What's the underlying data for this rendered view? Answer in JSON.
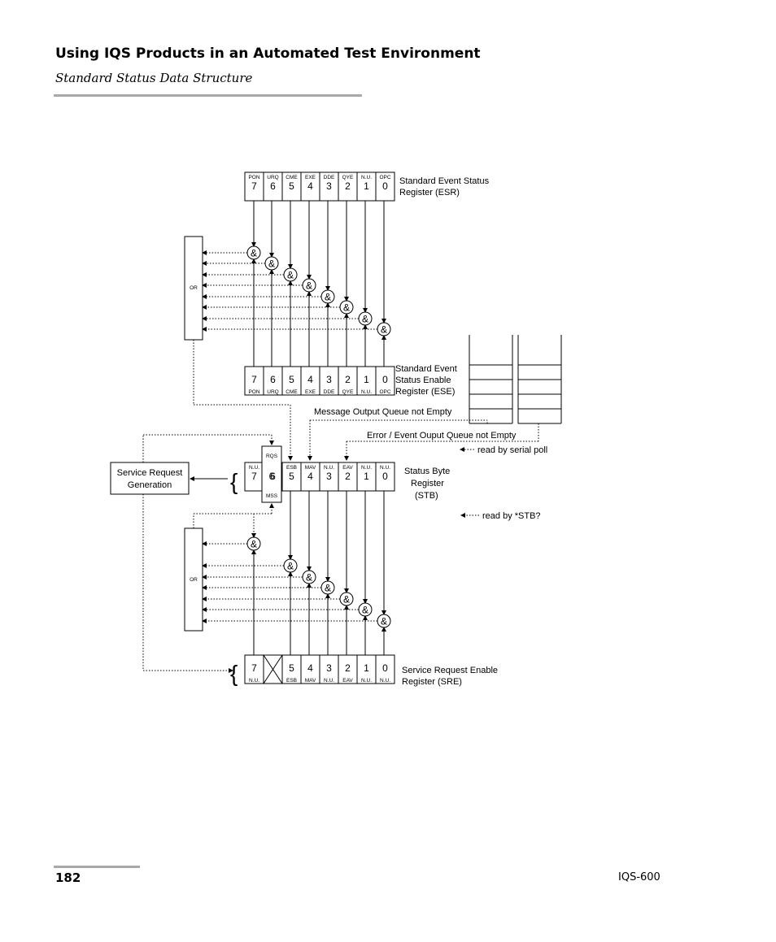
{
  "header": {
    "title": "Using IQS Products in an Automated Test Environment",
    "subtitle": "Standard Status Data Structure"
  },
  "footer": {
    "page_number": "182",
    "product": "IQS-600"
  },
  "diagram": {
    "esr": {
      "bits": [
        {
          "num": "7",
          "tag": "PON"
        },
        {
          "num": "6",
          "tag": "URQ"
        },
        {
          "num": "5",
          "tag": "CME"
        },
        {
          "num": "4",
          "tag": "EXE"
        },
        {
          "num": "3",
          "tag": "DDE"
        },
        {
          "num": "2",
          "tag": "QYE"
        },
        {
          "num": "1",
          "tag": "N.U."
        },
        {
          "num": "0",
          "tag": "OPC"
        }
      ],
      "label_line1": "Standard Event Status",
      "label_line2": "Register (ESR)"
    },
    "ese": {
      "bits": [
        {
          "num": "7",
          "tag": "PON"
        },
        {
          "num": "6",
          "tag": "URQ"
        },
        {
          "num": "5",
          "tag": "CME"
        },
        {
          "num": "4",
          "tag": "EXE"
        },
        {
          "num": "3",
          "tag": "DDE"
        },
        {
          "num": "2",
          "tag": "QYE"
        },
        {
          "num": "1",
          "tag": "N.U."
        },
        {
          "num": "0",
          "tag": "OPC"
        }
      ],
      "label_line1": "Standard Event",
      "label_line2": "Status Enable",
      "label_line3": "Register (ESE)"
    },
    "stb": {
      "bits": [
        {
          "num": "7",
          "tag": "N.U."
        },
        {
          "num": "6",
          "tag": ""
        },
        {
          "num": "5",
          "tag": "ESB"
        },
        {
          "num": "4",
          "tag": "MAV"
        },
        {
          "num": "3",
          "tag": "N.U."
        },
        {
          "num": "2",
          "tag": "EAV"
        },
        {
          "num": "1",
          "tag": "N.U."
        },
        {
          "num": "0",
          "tag": "N.U."
        }
      ],
      "rqs": "RQS",
      "mss": "MSS",
      "label_line1": "Status Byte",
      "label_line2": "Register",
      "label_line3": "(STB)"
    },
    "sre": {
      "bits": [
        {
          "num": "7",
          "tag": "N.U."
        },
        {
          "num": "",
          "tag": ""
        },
        {
          "num": "5",
          "tag": "ESB"
        },
        {
          "num": "4",
          "tag": "MAV"
        },
        {
          "num": "3",
          "tag": "N.U."
        },
        {
          "num": "2",
          "tag": "EAV"
        },
        {
          "num": "1",
          "tag": "N.U."
        },
        {
          "num": "0",
          "tag": "N.U."
        }
      ],
      "label_line1": "Service Request Enable",
      "label_line2": "Register (SRE)"
    },
    "or_label": "OR",
    "and_symbol": "&",
    "service_request_line1": "Service Request",
    "service_request_line2": "Generation",
    "message_queue_label": "Message Output Queue not Empty",
    "error_queue_label": "Error / Event Ouput Queue not Empty",
    "read_serial_poll": "read by serial poll",
    "read_stb": "read by *STB?",
    "brace": "{"
  }
}
